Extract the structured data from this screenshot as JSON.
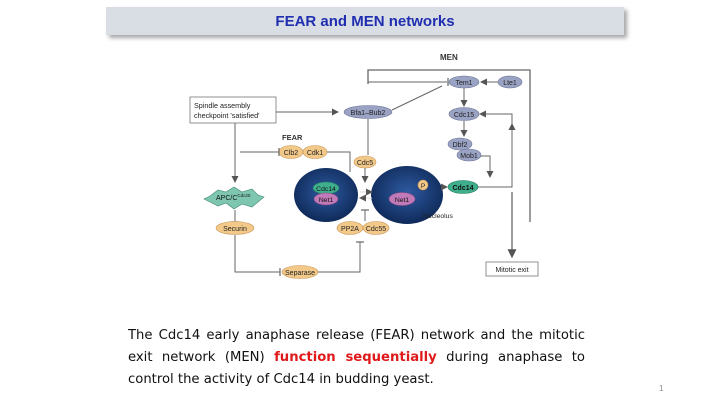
{
  "title": "FEAR and MEN networks",
  "diagram": {
    "men_label": "MEN",
    "fear_label": "FEAR",
    "checkpoint_line1": "Spindle assembly",
    "checkpoint_line2": "checkpoint 'satisfied'",
    "nodes": {
      "tem1": "Tem1",
      "lte1": "Lte1",
      "bfa1_bub2": "Bfa1–Bub2",
      "cdc15": "Cdc15",
      "dbf2": "Dbf2",
      "mob1": "Mob1",
      "clb2": "Clb2",
      "cdk1": "Cdk1",
      "cdc5": "Cdc5",
      "cdc14_free": "Cdc14",
      "cdc14_nucleolar": "Cdc14",
      "net1_left": "Net1",
      "net1_right": "Net1",
      "phospho": "P",
      "apc_c": "APC/C",
      "apc_c_sup": "Cdc20",
      "securin": "Securin",
      "separase": "Separase",
      "pp2a": "PP2A",
      "cdc55": "Cdc55",
      "nucleolus": "Nucleolus",
      "mitotic_exit": "Mitotic exit"
    }
  },
  "caption": {
    "part1": "The Cdc14 early anaphase release (FEAR) network and the mitotic exit network (MEN) ",
    "highlight": "function sequentially",
    "part2": " during anaphase to control the activity of Cdc14 in budding yeast."
  },
  "page_number": "1",
  "colors": {
    "title_text": "#1f2fb0",
    "title_bg": "#d9dde4",
    "highlight": "#e01a1a",
    "men_node": "#9aa3c4",
    "fear_node": "#f3c98a",
    "cdc14_node": "#3fae8c",
    "nucleus": "#1b3d78",
    "net1_node": "#c07ab8"
  }
}
